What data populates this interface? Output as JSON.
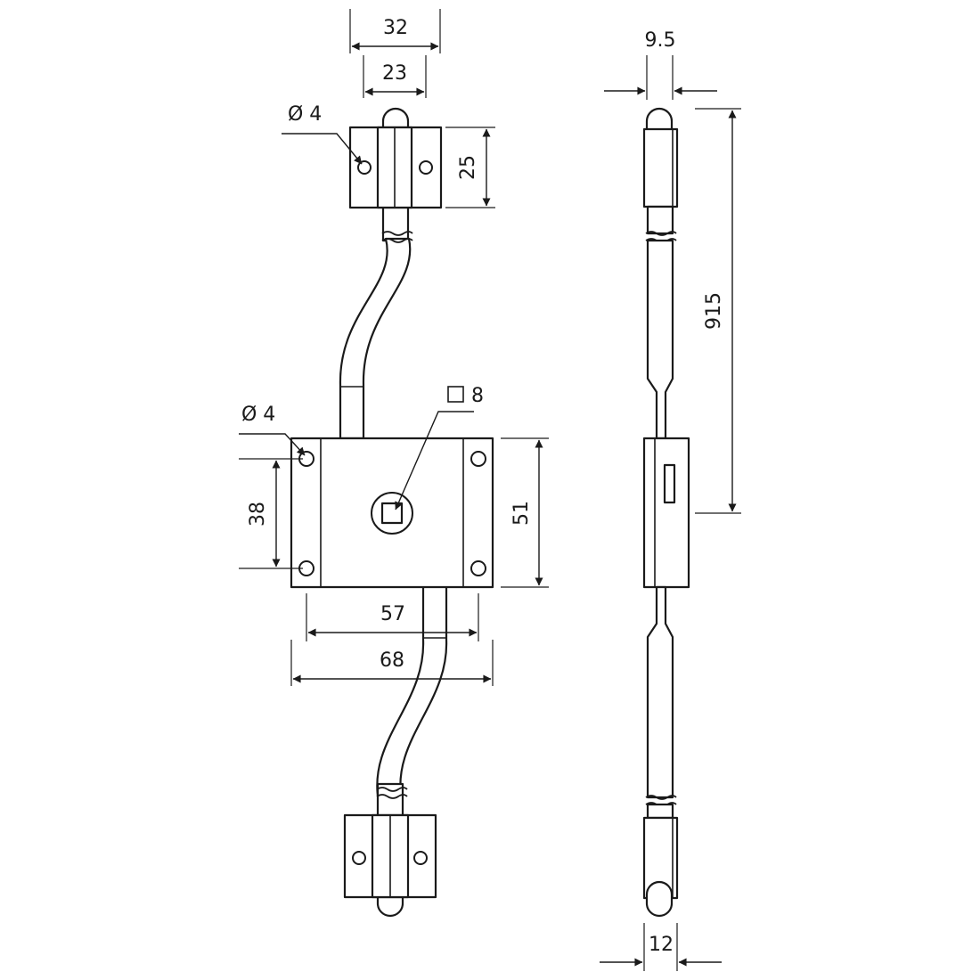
{
  "dimensions": {
    "top_width_outer": "32",
    "top_width_inner": "23",
    "top_hole_dia": "Ø 4",
    "top_height": "25",
    "body_hole_dia": "Ø 4",
    "square_spindle": "8",
    "hole_spacing_v": "38",
    "body_height": "51",
    "hole_spacing_h": "57",
    "body_width": "68",
    "side_thickness": "9.5",
    "total_length": "915",
    "side_bottom_width": "12"
  },
  "colors": {
    "line": "#1a1a1a",
    "fill": "#ffffff"
  }
}
